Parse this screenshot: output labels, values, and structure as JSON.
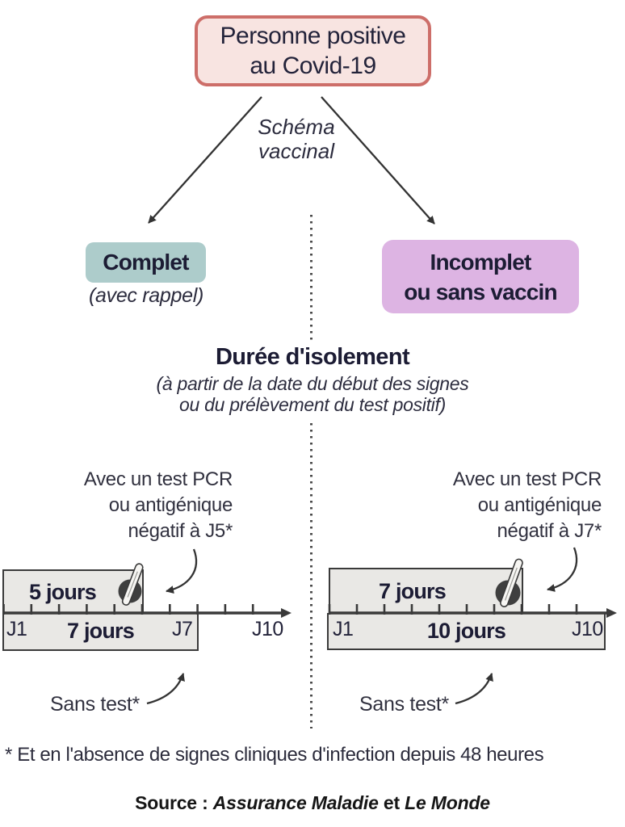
{
  "title_box": {
    "line1": "Personne positive",
    "line2": "au Covid-19"
  },
  "branch_label": {
    "line1": "Schéma",
    "line2": "vaccinal"
  },
  "branches": {
    "complete": {
      "label": "Complet",
      "note": "(avec rappel)"
    },
    "incomplete": {
      "line1": "Incomplet",
      "line2": "ou sans vaccin"
    }
  },
  "isolation": {
    "title": "Durée d'isolement",
    "subtitle_line1": "(à partir de la date du début des signes",
    "subtitle_line2": "ou du prélèvement du test positif)"
  },
  "timelines": {
    "left": {
      "test_note_line1": "Avec un test PCR",
      "test_note_line2": "ou antigénique",
      "test_note_line3": "négatif à J5*",
      "with_test_duration": "5 jours",
      "without_test_duration": "7 jours",
      "no_test_label": "Sans test*",
      "axis": {
        "start": "J1",
        "mid": "J7",
        "end": "J10",
        "days": 10
      }
    },
    "right": {
      "test_note_line1": "Avec un test PCR",
      "test_note_line2": "ou antigénique",
      "test_note_line3": "négatif à J7*",
      "with_test_duration": "7 jours",
      "without_test_duration": "10 jours",
      "no_test_label": "Sans test*",
      "axis": {
        "start": "J1",
        "end": "J10",
        "days": 10
      }
    }
  },
  "footnote": "* Et en l'absence de signes cliniques d'infection depuis 48 heures",
  "source": {
    "prefix": "Source : ",
    "name1": "Assurance Maladie",
    "conjunction": " et ",
    "name2": "Le Monde"
  },
  "colors": {
    "positive_box_fill": "#f8e4e1",
    "positive_box_border": "#cd6e69",
    "complete_fill": "#adcccb",
    "incomplete_fill": "#ddb4e3",
    "timeline_box_fill": "#e9e8e5",
    "line_color": "#3a3a3a"
  }
}
